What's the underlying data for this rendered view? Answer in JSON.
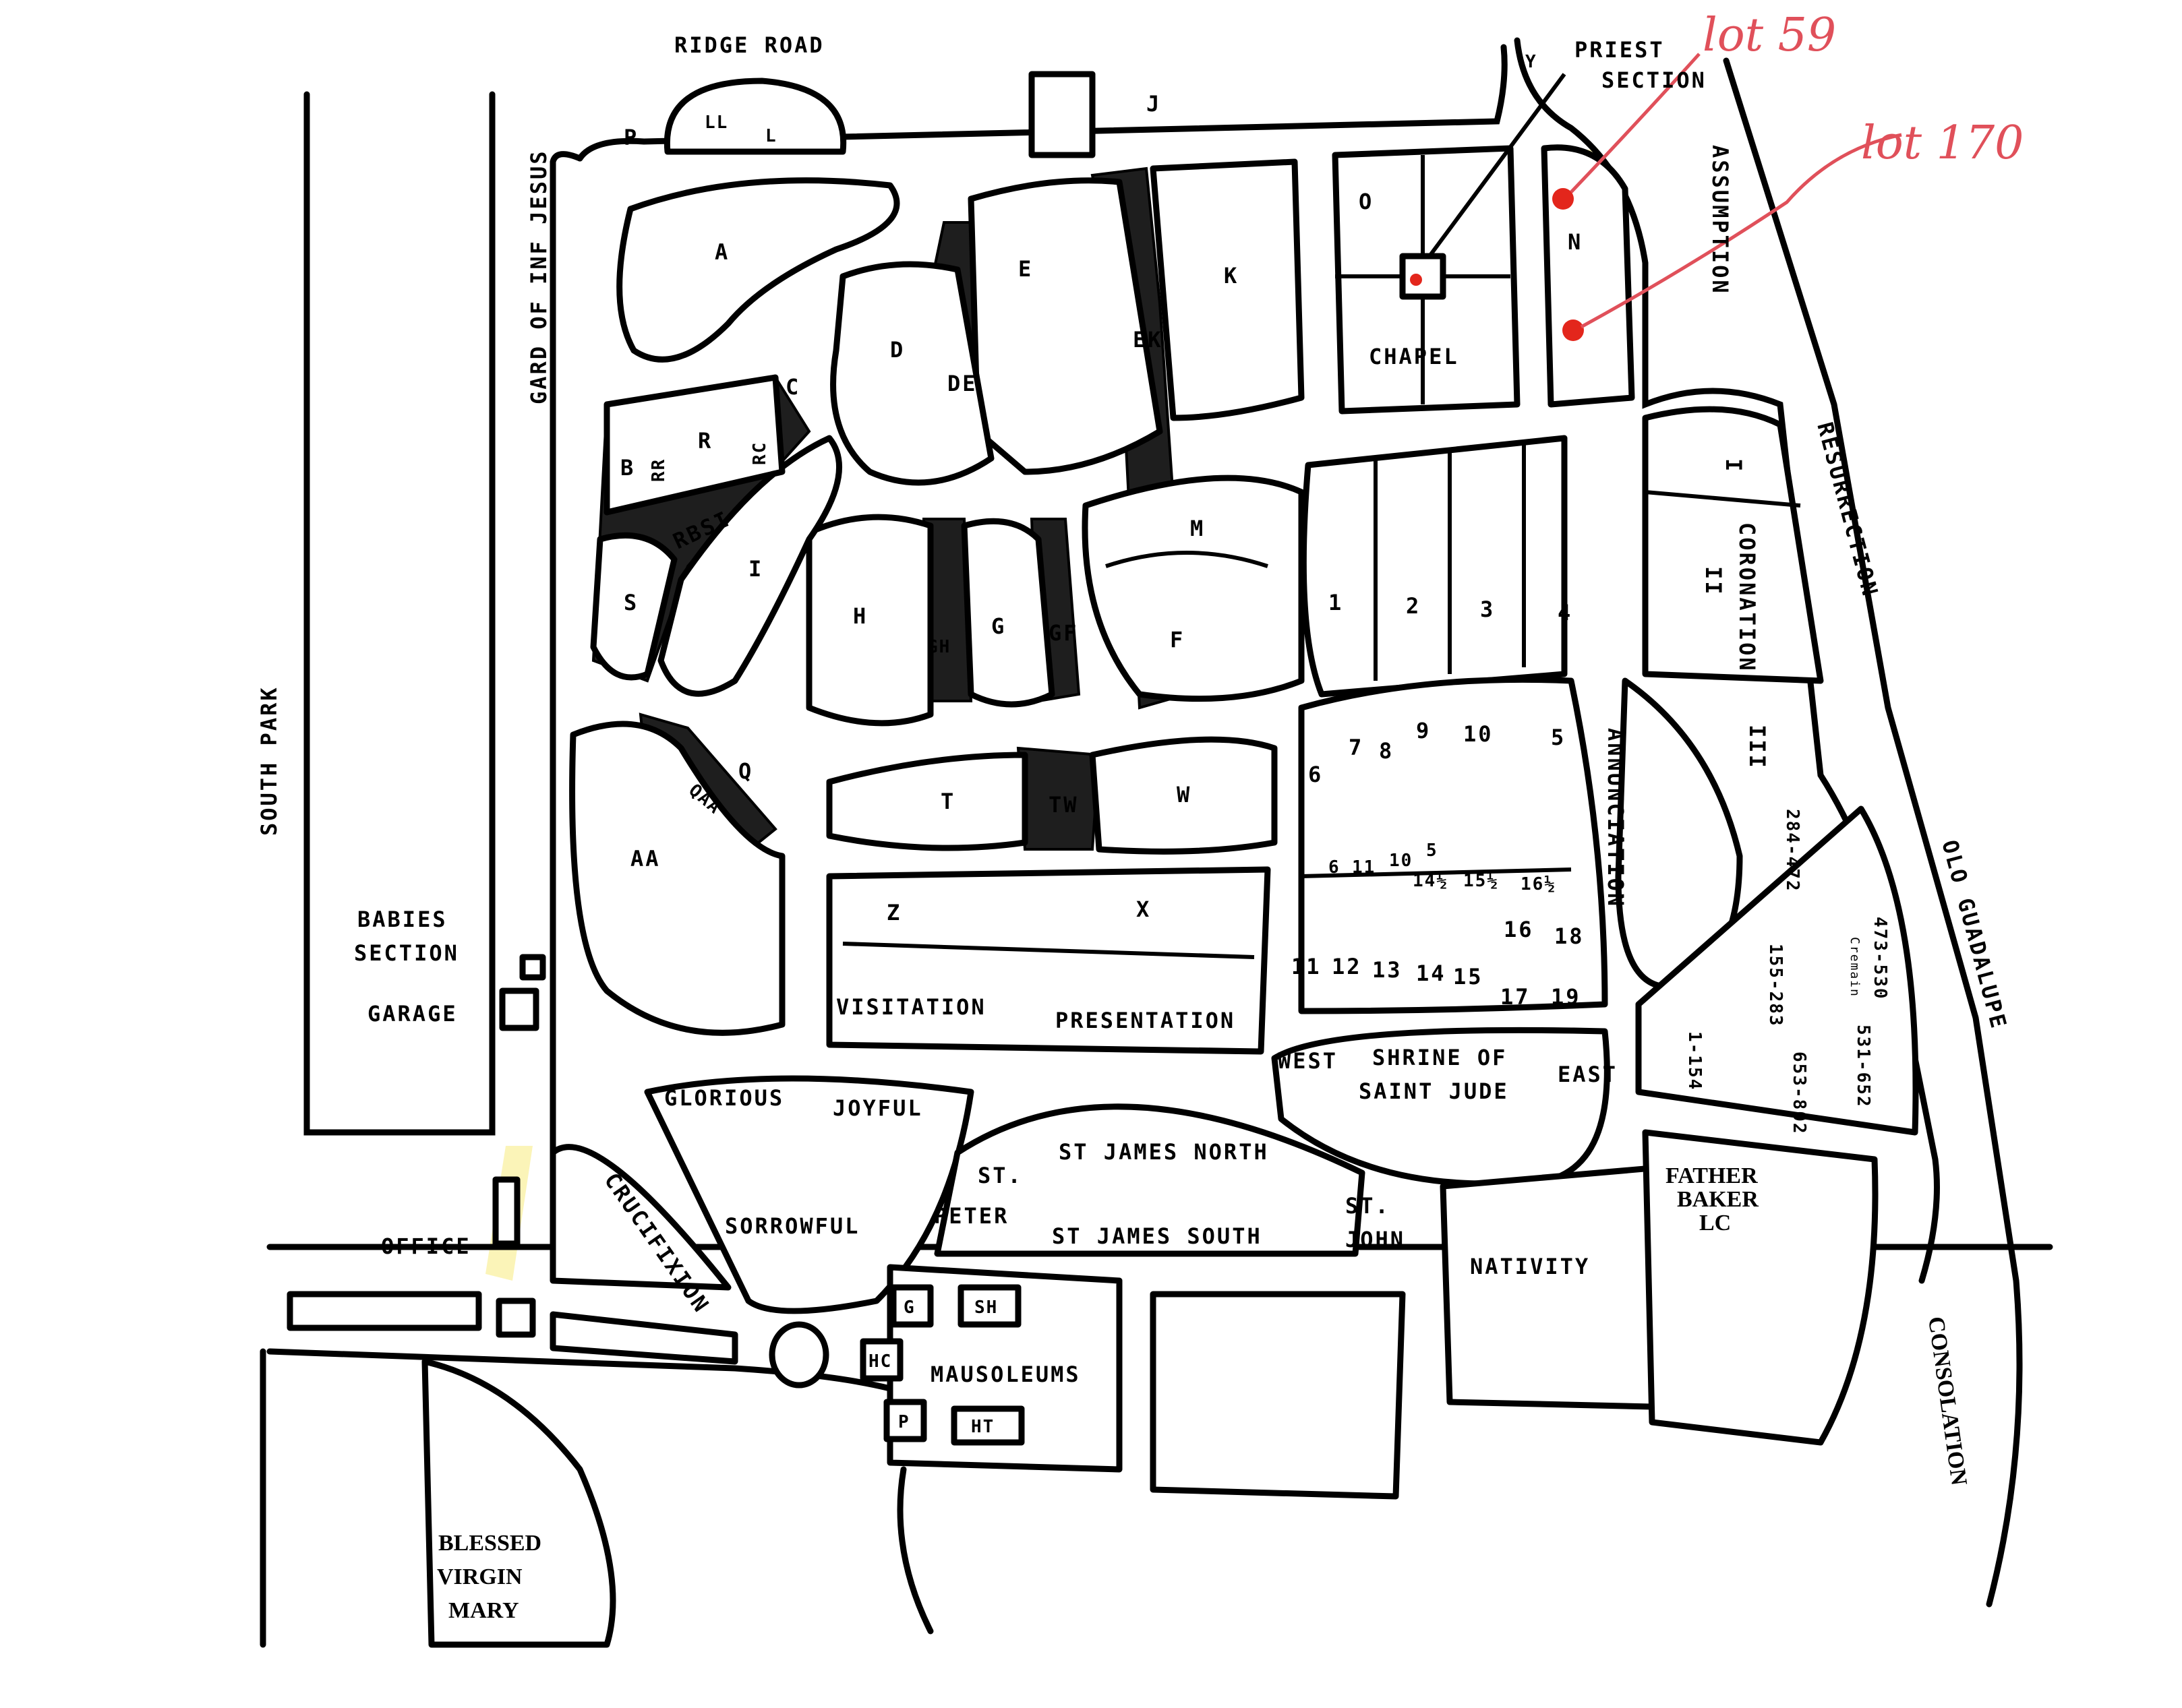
{
  "labels": {
    "ridge_road": "RIDGE ROAD",
    "priest_section_1": "PRIEST",
    "priest_section_2": "SECTION",
    "gard_of_inf_jesus": "GARD OF INF JESUS",
    "south_park": "SOUTH PARK",
    "assumption": "ASSUMPTION",
    "resurrection": "RESURRECTION",
    "olo_guadalupe": "OLO GUADALUPE",
    "consolation": "CONSOLATION",
    "babies_section_1": "BABIES",
    "babies_section_2": "SECTION",
    "garage": "GARAGE",
    "office": "OFFICE",
    "chapel": "CHAPEL",
    "coronation": "CORONATION",
    "annunciation": "ANNUNCIATION",
    "visitation": "VISITATION",
    "presentation": "PRESENTATION",
    "glorious": "GLORIOUS",
    "joyful": "JOYFUL",
    "sorrowful": "SORROWFUL",
    "crucifixion": "CRUCIFIXION",
    "st_james_north": "ST JAMES NORTH",
    "st_james_south": "ST JAMES SOUTH",
    "st_peter_1": "ST.",
    "st_peter_2": "PETER",
    "st_john_1": "ST.",
    "st_john_2": "JOHN",
    "west": "WEST",
    "east": "EAST",
    "shrine_1": "SHRINE OF",
    "shrine_2": "SAINT JUDE",
    "father_baker_1": "FATHER",
    "father_baker_2": "BAKER",
    "father_baker_3": "LC",
    "nativity": "NATIVITY",
    "mausoleums": "MAUSOLEUMS",
    "blessed_1": "BLESSED",
    "blessed_2": "VIRGIN",
    "blessed_3": "MARY"
  },
  "section_letters": {
    "p": "P",
    "ll": "LL",
    "l": "L",
    "j": "J",
    "y": "Y",
    "a": "A",
    "e": "E",
    "k": "K",
    "ek": "EK",
    "d": "D",
    "de": "DE",
    "o": "O",
    "n": "N",
    "c": "C",
    "b": "B",
    "rr": "RR",
    "r": "R",
    "rc": "RC",
    "rbsi": "RBSI",
    "i": "I",
    "s": "S",
    "h": "H",
    "gh": "GH",
    "g": "G",
    "gf": "GF",
    "m": "M",
    "f": "F",
    "q": "Q",
    "qaa": "QAA",
    "aa": "AA",
    "t": "T",
    "tw": "TW",
    "w": "W",
    "z": "Z",
    "x": "X",
    "cor_i": "I",
    "cor_ii": "II",
    "cor_iii": "III"
  },
  "numbered_sections": {
    "n1": "1",
    "n2": "2",
    "n3": "3",
    "n4": "4",
    "n5": "5",
    "n6": "6",
    "n7": "7",
    "n8": "8",
    "n9": "9",
    "n10": "10",
    "n6b": "6",
    "n11b": "11",
    "n10b": "10",
    "n5b": "5",
    "n14h": "14½",
    "n15h": "15½",
    "n16h": "16½",
    "n11": "11",
    "n12": "12",
    "n13": "13",
    "n14": "14",
    "n15": "15",
    "n16": "16",
    "n17": "17",
    "n18": "18",
    "n19": "19"
  },
  "ranges": {
    "r284": "284-472",
    "r473": "473-530",
    "cremain": "Cremain",
    "r155": "155-283",
    "r1": "1-154",
    "r653": "653-802",
    "r531": "531-652"
  },
  "mausoleum_units": {
    "g": "G",
    "sh": "SH",
    "hc": "HC",
    "p": "P",
    "ht": "HT"
  },
  "annotations": {
    "lot59": "lot 59",
    "lot170": "lot 170"
  },
  "colors": {
    "ink": "#000000",
    "highlight": "#fbf3b0",
    "annotation": "#e0505a",
    "marker": "#e3261c"
  }
}
